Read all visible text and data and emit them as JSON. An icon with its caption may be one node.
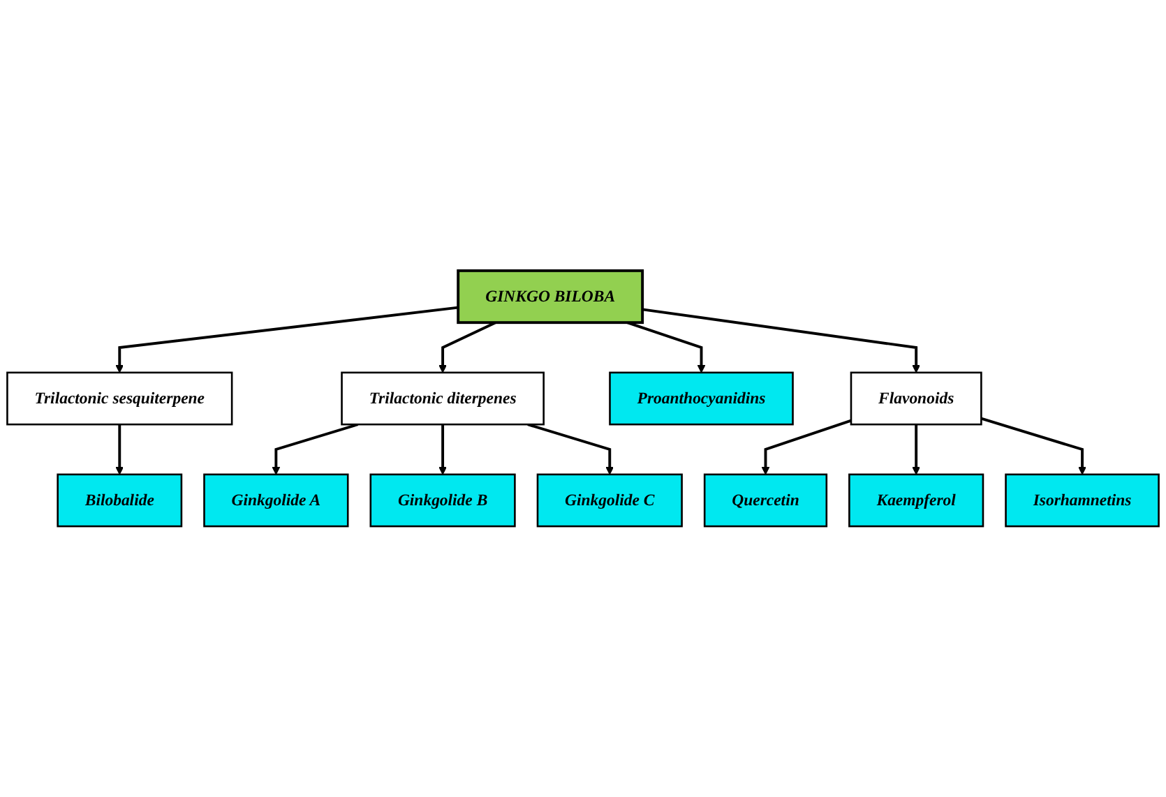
{
  "diagram": {
    "nodes": [
      {
        "text": [
          "Ginkgolide A"
        ]
      },
      {
        "text": [
          "Ginkgolide B"
        ]
      },
      {
        "text": [
          "Ginkgolide C"
        ]
      },
      {
        "text": [
          "Trilactonic sesquiterpene"
        ]
      },
      {
        "text": [
          "Trilactonic diterpenes"
        ]
      },
      {
        "text": [
          "Proanthocyanidins"
        ]
      },
      {
        "text": [
          "Bilobalide"
        ]
      },
      {
        "text": [
          "GINKGO BILOBA"
        ]
      },
      {
        "text": [
          "Flavonoids"
        ]
      },
      {
        "text": [
          "Quercetin"
        ]
      },
      {
        "text": [
          "Kaempferol"
        ]
      },
      {
        "text": [
          "Isorhamnetins"
        ]
      }
    ],
    "edges": [
      {
        "from": 7,
        "to": 3,
        "arrow": "to"
      },
      {
        "from": 7,
        "to": 4,
        "arrow": "to"
      },
      {
        "from": 7,
        "to": 5,
        "arrow": "to"
      },
      {
        "from": 7,
        "to": 8,
        "arrow": "to"
      },
      {
        "from": 4,
        "to": 0,
        "arrow": "to"
      },
      {
        "from": 4,
        "to": 1,
        "arrow": "to"
      },
      {
        "from": 4,
        "to": 2,
        "arrow": "to"
      },
      {
        "from": 3,
        "to": 6,
        "arrow": "to"
      },
      {
        "from": 8,
        "to": 9,
        "arrow": "to"
      },
      {
        "from": 8,
        "to": 10,
        "arrow": "to"
      },
      {
        "from": 8,
        "to": 11,
        "arrow": "to"
      }
    ]
  }
}
